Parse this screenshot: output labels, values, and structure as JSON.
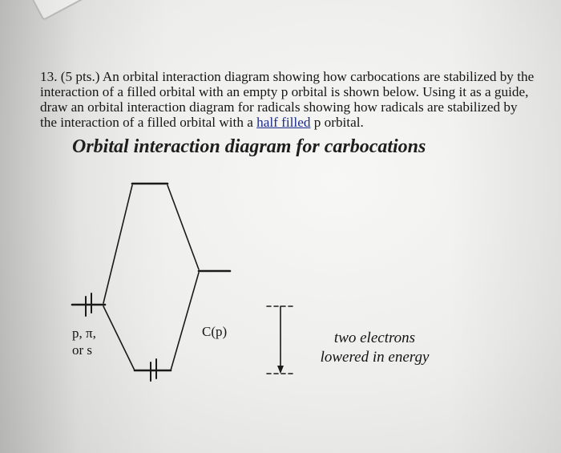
{
  "question": {
    "line1": "13. (5 pts.) An orbital interaction diagram showing how carbocations are stabilized by the",
    "line2": "interaction of a filled orbital with an empty p orbital is shown below. Using it as a guide,",
    "line3": "draw an orbital interaction diagram for radicals showing how radicals are stabilized by",
    "line4_before": "the interaction of a filled orbital with a ",
    "line4_underlined": "half filled",
    "line4_after": " p orbital."
  },
  "diagram": {
    "title": "Orbital interaction diagram for carbocations",
    "left_orbital_label_line1": "p, π,",
    "left_orbital_label_line2": "or s",
    "right_orbital_label": "C(p)",
    "energy_note_line1": "two electrons",
    "energy_note_line2": "lowered in energy"
  }
}
